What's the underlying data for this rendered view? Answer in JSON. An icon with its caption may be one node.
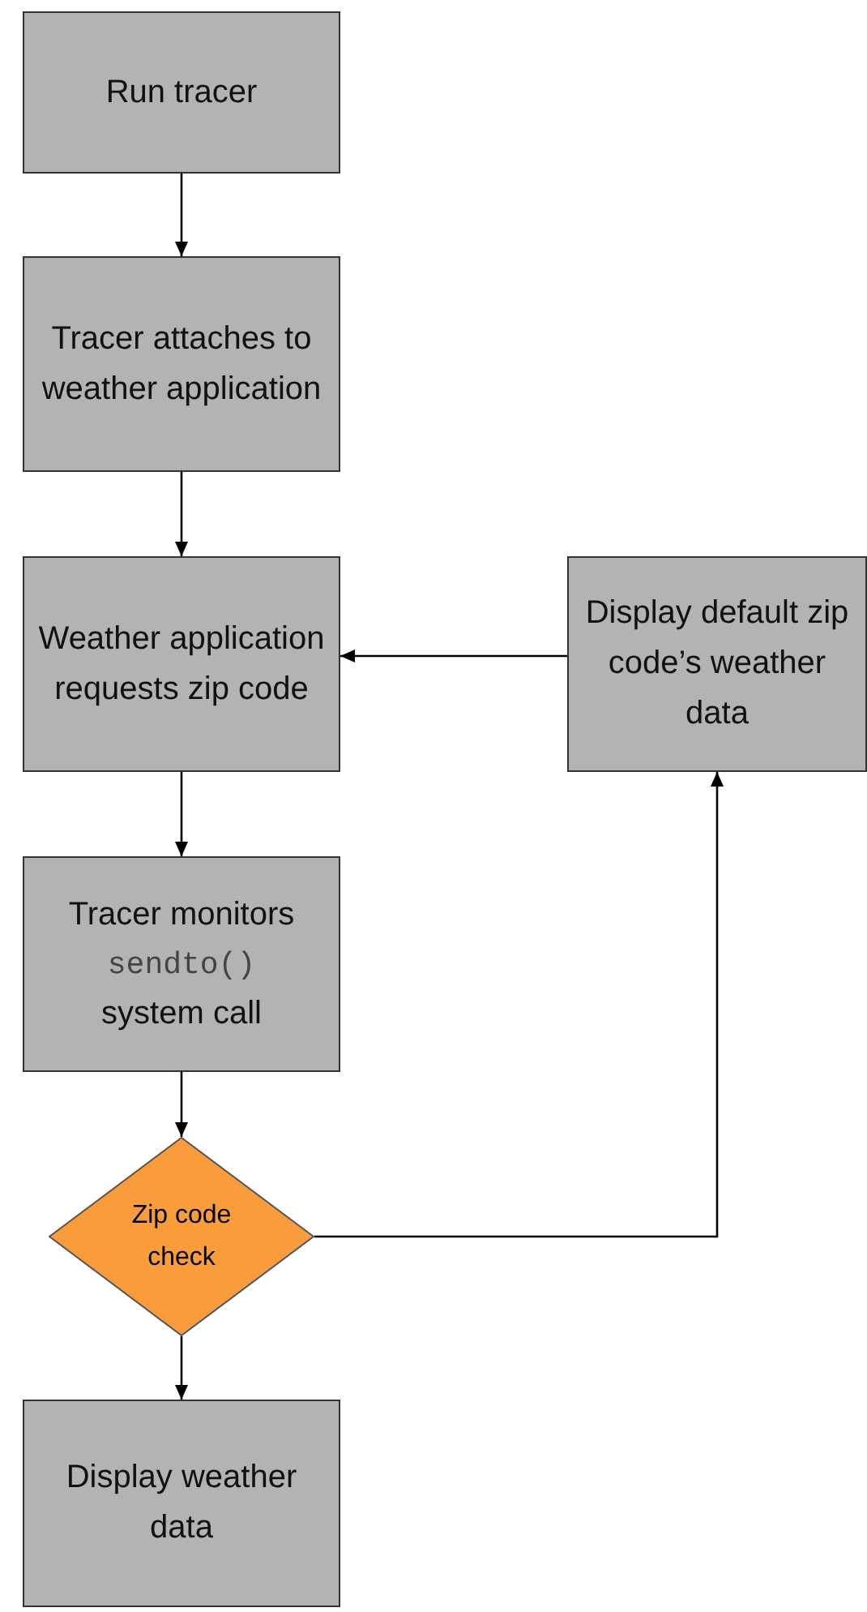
{
  "diagram": {
    "nodes": [
      {
        "text": [
          "Run tracer"
        ]
      },
      {
        "text": [
          "Tracer attaches to weather application"
        ]
      },
      {
        "text": [
          "Weather application requests zip code"
        ]
      },
      {
        "text": [
          "Display default zip code’s weather data"
        ]
      },
      {
        "text": [
          "Tracer monitors",
          "sendto()",
          "system call"
        ]
      },
      {
        "text": [
          "Zip code check"
        ]
      },
      {
        "text": [
          "Display weather data"
        ]
      }
    ],
    "edges": [
      {
        "from": 0,
        "to": 1,
        "arrow": "to"
      },
      {
        "from": 1,
        "to": 2,
        "arrow": "to"
      },
      {
        "from": 2,
        "to": 4,
        "arrow": "to"
      },
      {
        "from": 4,
        "to": 5,
        "arrow": "to"
      },
      {
        "from": 5,
        "to": 6,
        "arrow": "to"
      },
      {
        "from": 5,
        "to": 3,
        "arrow": "to"
      },
      {
        "from": 3,
        "to": 2,
        "arrow": "to"
      }
    ]
  }
}
